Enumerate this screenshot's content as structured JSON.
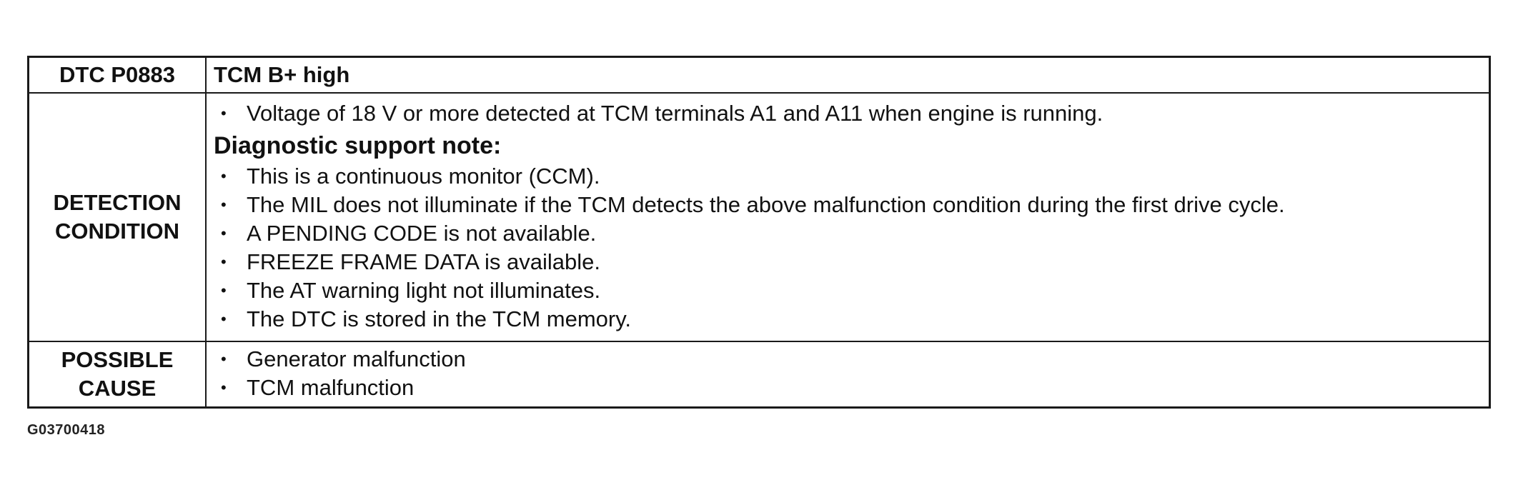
{
  "header": {
    "code": "DTC P0883",
    "title": "TCM B+ high"
  },
  "detection": {
    "label_line1": "DETECTION",
    "label_line2": "CONDITION",
    "bullets_top": [
      "Voltage of 18 V or more detected at TCM terminals A1 and A11 when engine is running."
    ],
    "support_note_heading": "Diagnostic support note:",
    "bullets_notes": [
      "This is a continuous monitor (CCM).",
      "The MIL does not illuminate if the TCM detects the above malfunction condition during the first drive cycle.",
      "A PENDING CODE is not available.",
      "FREEZE FRAME DATA is available.",
      "The AT warning light not illuminates.",
      "The DTC is stored in the TCM memory."
    ]
  },
  "possible_cause": {
    "label_line1": "POSSIBLE",
    "label_line2": "CAUSE",
    "bullets": [
      "Generator malfunction",
      "TCM malfunction"
    ]
  },
  "bullet_glyph": "•",
  "figure_id": "G03700418"
}
